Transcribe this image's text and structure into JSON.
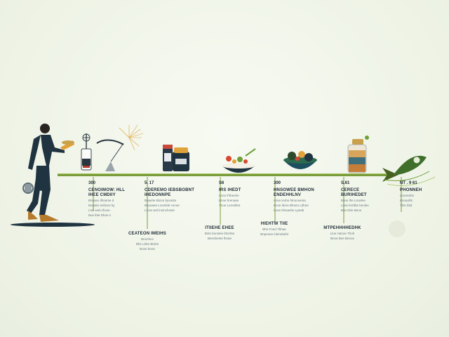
{
  "colors": {
    "background": "#f4f7ef",
    "arrow": "#7a9c3b",
    "figure": "#1f3340",
    "accent_orange": "#e0a23a",
    "text": "#1e2a35"
  },
  "icons": [
    "person-icon",
    "kettlebell-icon",
    "blender-icon",
    "firework-icon",
    "supplement-jar-icon",
    "salad-bowl-icon",
    "vegetable-bowl-icon",
    "glass-jar-icon",
    "leaf-icon"
  ],
  "milestones": [
    {
      "year": "300",
      "title_1": "CENOIMOW: HLL",
      "title_2": "IHEE CMDIIY",
      "lines": [
        "Bnnaeo ilhoeme d",
        "Bonahv enhiore by",
        "Lise wnlo lhcee",
        "Bue ibte Dhoe n"
      ]
    },
    {
      "year": "5.  17",
      "title_1": "CDEREMO IEBSBOBNT",
      "title_2": "IHEDONNPE",
      "lines": [
        "Bnaehe Btoce byvanla",
        "Bnoeaee Lsomble cnnoe",
        "Linoe wnl lnoinchoste"
      ]
    },
    {
      "year": "S6",
      "title_1": "IRS IHEDT",
      "title_2": "",
      "lines": [
        "Lnne lrhbeehe",
        "Bnne hrenaae",
        "Tnoe Lornelbnt"
      ]
    },
    {
      "year": "300",
      "title_1": "HNSOWEE BMHON",
      "title_2": "ENDEHHLNV",
      "lines": [
        "Lnne ieohe htnoceenta",
        "Bnoe ibere Bhoen Ldhee",
        "Lnoe Dhoanhe Lpeab"
      ]
    },
    {
      "year": "S.61",
      "title_1": "CERECE",
      "title_2": "BURIHEDET",
      "lines": [
        "Bnne lhe Lnoelee",
        "Lnne lerrblte beolee",
        "Bne Dhe Beoe"
      ]
    },
    {
      "year": "NT . 9 61",
      "title_1": "PHONNEH",
      "title_2": "",
      "lines": [
        "Lnonnehe",
        "Bnnaohb",
        "Tlne bitd"
      ]
    }
  ],
  "lower_labels": [
    {
      "title": "CEATEON IMEIHS",
      "lines": [
        "Bnonhce",
        "Bhe Lbbe Btohe",
        "Bone bnoe"
      ]
    },
    {
      "title": "ITIIEHE EHEE",
      "lines": [
        "Bnle bonnlee blonhte",
        "Bennbnete lhnae"
      ]
    },
    {
      "title": "HIEHTW TIIE",
      "lines": [
        "Bhe Fnnd Tbhae",
        "Bnpnnee inlennbehl"
      ]
    },
    {
      "title": "MTPEHHHHEDHK",
      "lines": [
        "Lloe Hanoe Thoh",
        "Bnoe Bne Bnnoe"
      ]
    }
  ]
}
